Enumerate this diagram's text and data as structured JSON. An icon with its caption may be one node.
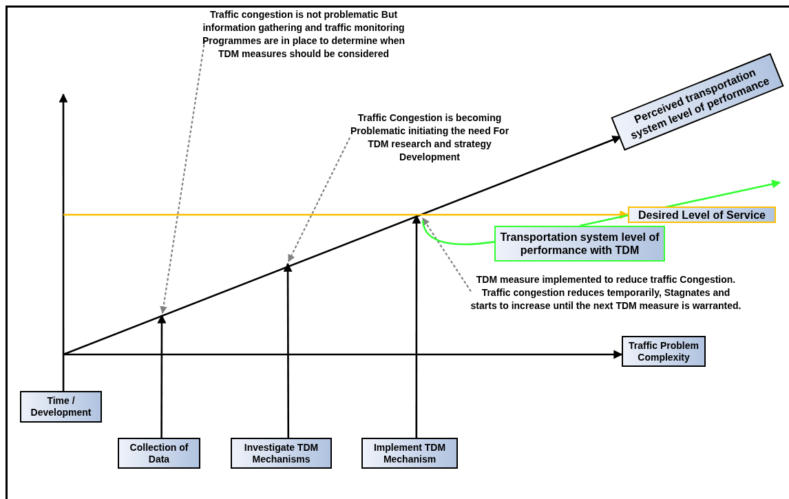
{
  "diagram": {
    "nodes": [
      {
        "text": [
          "Traffic congestion is not problematic But information gathering and traffic monitoring Programmes are in place to determine when TDM measures should be considered"
        ]
      },
      {
        "text": [
          "Traffic Congestion is becoming Problematic initiating the need For TDM research and strategy Development"
        ]
      },
      {
        "text": [
          "Perceived transportation system level of performance"
        ]
      },
      {
        "text": [
          "Desired Level of Service"
        ]
      },
      {
        "text": [
          "Transportation system level of performance with TDM"
        ]
      },
      {
        "text": [
          "TDM measure implemented to reduce traffic Congestion. Traffic congestion reduces temporarily, Stagnates and starts to increase until the next TDM measure is warranted."
        ]
      },
      {
        "text": [
          "Traffic Problem Complexity"
        ]
      },
      {
        "text": [
          "Time / Development"
        ]
      },
      {
        "text": [
          "Collection of Data"
        ]
      },
      {
        "text": [
          "Investigate TDM Mechanisms"
        ]
      },
      {
        "text": [
          "Implement TDM Mechanism"
        ]
      }
    ],
    "edges": [
      {
        "from": null,
        "to": 6,
        "arrow": "to"
      },
      {
        "from": null,
        "to": 2,
        "arrow": "to"
      },
      {
        "from": 7,
        "to": null,
        "arrow": "to"
      },
      {
        "from": 8,
        "to": null,
        "arrow": "to"
      },
      {
        "from": 9,
        "to": null,
        "arrow": "to"
      },
      {
        "from": 10,
        "to": null,
        "arrow": "to"
      },
      {
        "from": 0,
        "to": null,
        "arrow": "to",
        "style": "dashed",
        "color": "#808080"
      },
      {
        "from": 1,
        "to": null,
        "arrow": "to",
        "style": "dashed",
        "color": "#808080"
      },
      {
        "from": 5,
        "to": null,
        "arrow": "to",
        "style": "dashed",
        "color": "#808080"
      },
      {
        "from": null,
        "to": 3,
        "arrow": "to",
        "color": "#ffc000"
      },
      {
        "from": 4,
        "to": null,
        "arrow": "none",
        "color": "#33ff33"
      },
      {
        "from": 4,
        "to": null,
        "arrow": "to",
        "color": "#33ff33"
      }
    ]
  }
}
